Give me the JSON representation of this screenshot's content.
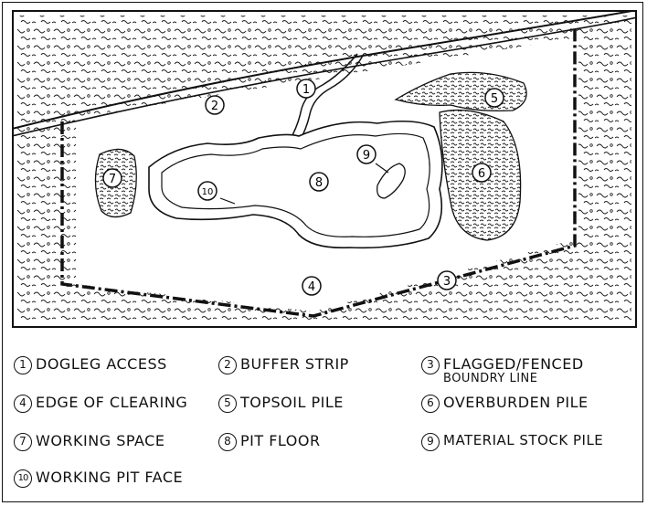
{
  "map": {
    "markers": [
      {
        "num": "1"
      },
      {
        "num": "2"
      },
      {
        "num": "3"
      },
      {
        "num": "4"
      },
      {
        "num": "5"
      },
      {
        "num": "6"
      },
      {
        "num": "7"
      },
      {
        "num": "8"
      },
      {
        "num": "9"
      },
      {
        "num": "10"
      }
    ]
  },
  "legend": {
    "items": [
      {
        "num": "1",
        "label": "DOGLEG ACCESS"
      },
      {
        "num": "2",
        "label": "BUFFER STRIP"
      },
      {
        "num": "3",
        "label": "FLAGGED/FENCED",
        "label2": "BOUNDRY LINE"
      },
      {
        "num": "4",
        "label": "EDGE OF CLEARING"
      },
      {
        "num": "5",
        "label": "TOPSOIL PILE"
      },
      {
        "num": "6",
        "label": "OVERBURDEN PILE"
      },
      {
        "num": "7",
        "label": "WORKING SPACE"
      },
      {
        "num": "8",
        "label": "PIT FLOOR"
      },
      {
        "num": "9",
        "label": "MATERIAL STOCK PILE"
      },
      {
        "num": "10",
        "label": "WORKING PIT FACE"
      }
    ]
  }
}
